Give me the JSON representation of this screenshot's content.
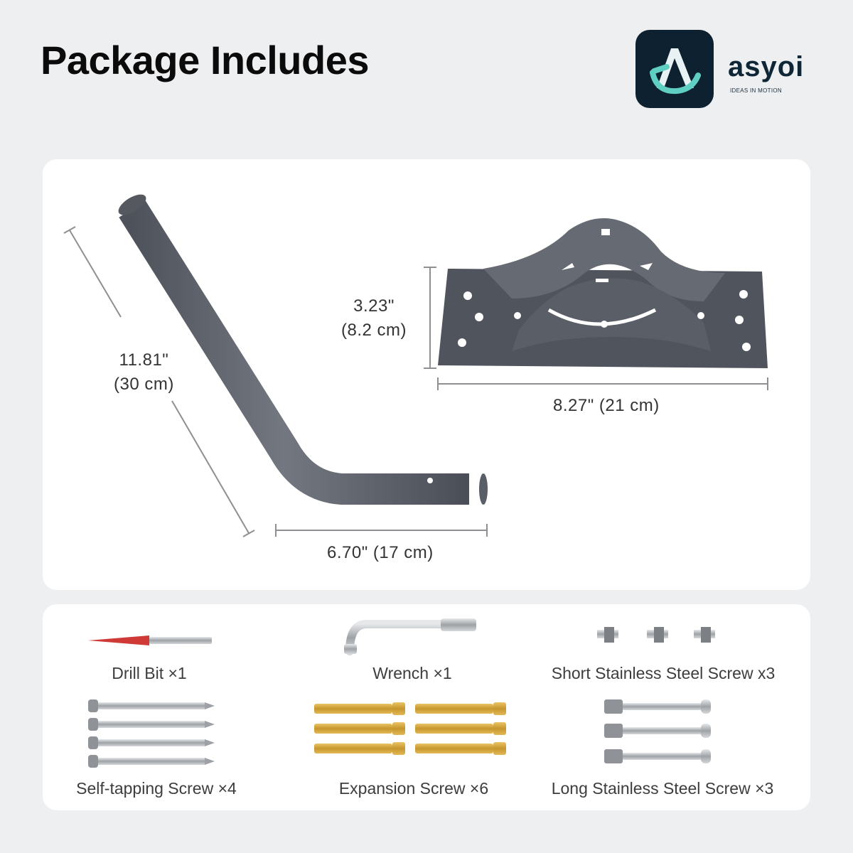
{
  "header": {
    "title": "Package Includes",
    "brand_name": "asyoi",
    "brand_tagline": "IDEAS IN MOTION"
  },
  "dimensions": {
    "arm_length_in": "11.81\"",
    "arm_length_cm": "(30 cm)",
    "arm_foot": "6.70\" (17 cm)",
    "bracket_height_in": "3.23\"",
    "bracket_height_cm": "(8.2 cm)",
    "bracket_width": "8.27\" (21 cm)"
  },
  "accessories": [
    {
      "label": "Drill Bit ×1"
    },
    {
      "label": "Wrench ×1"
    },
    {
      "label": "Short Stainless Steel Screw x3"
    },
    {
      "label": "Self-tapping Screw ×4"
    },
    {
      "label": "Expansion Screw ×6"
    },
    {
      "label": "Long Stainless Steel Screw ×3"
    }
  ],
  "colors": {
    "background": "#eeeff1",
    "card": "#ffffff",
    "metal_gray": "#5d6169",
    "logo_bg": "#0d2130",
    "logo_accent": "#5fcfc4"
  }
}
